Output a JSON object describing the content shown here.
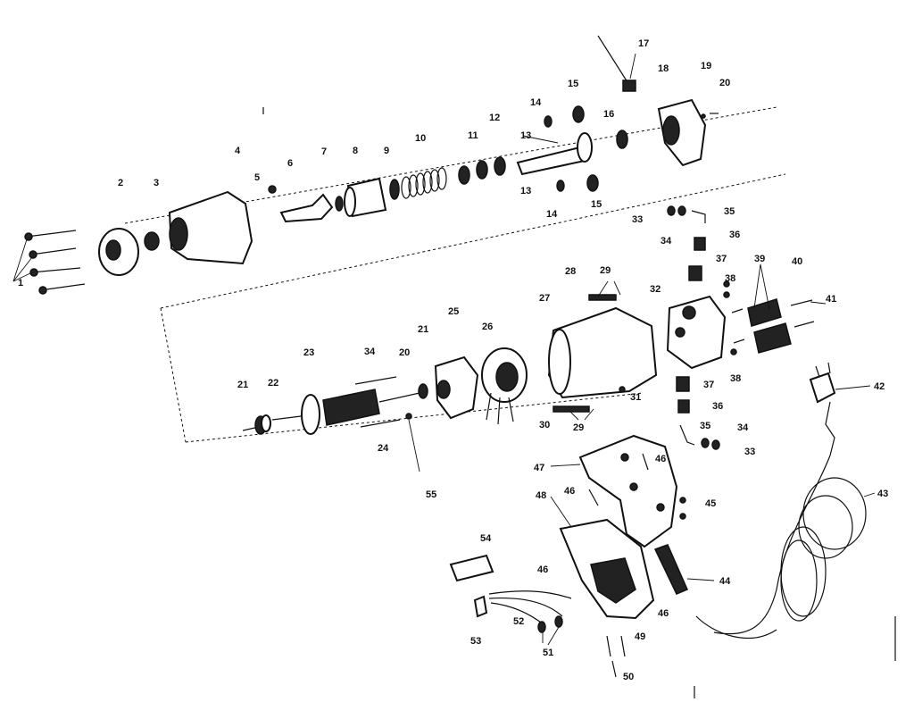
{
  "diagram": {
    "callouts": [
      "1",
      "2",
      "3",
      "4",
      "5",
      "6",
      "7",
      "8",
      "9",
      "10",
      "11",
      "12",
      "13",
      "13",
      "14",
      "14",
      "15",
      "15",
      "16",
      "17",
      "18",
      "19",
      "20",
      "21",
      "21",
      "22",
      "23",
      "34",
      "24",
      "25",
      "26",
      "27",
      "28",
      "29",
      "29",
      "20",
      "30",
      "31",
      "32",
      "33",
      "33",
      "34",
      "34",
      "35",
      "35",
      "36",
      "36",
      "37",
      "37",
      "38",
      "38",
      "39",
      "40",
      "41",
      "42",
      "43",
      "44",
      "45",
      "46",
      "46",
      "46",
      "46",
      "47",
      "48",
      "49",
      "50",
      "51",
      "52",
      "53",
      "54",
      "55"
    ]
  }
}
